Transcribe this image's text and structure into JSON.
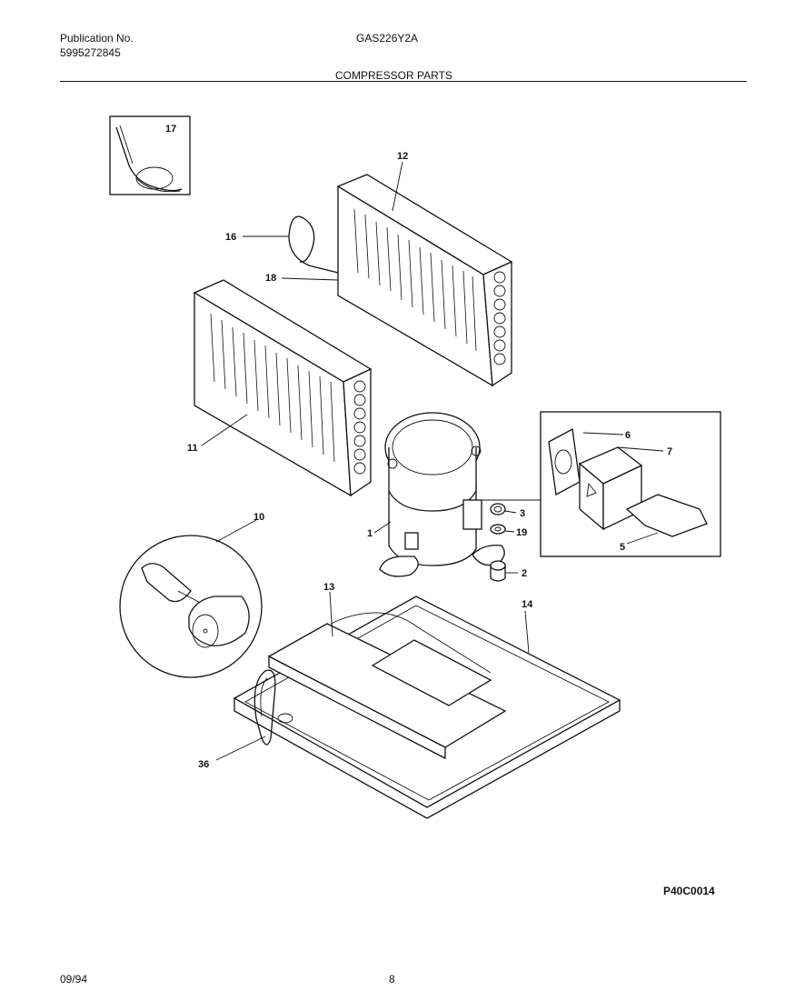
{
  "header": {
    "publication_label": "Publication No.",
    "publication_number": "5995272845",
    "model": "GAS226Y2A",
    "section_title": "COMPRESSOR PARTS"
  },
  "footer": {
    "date": "09/94",
    "page": "8"
  },
  "diagram": {
    "code": "P40C0014",
    "callouts": [
      "17",
      "12",
      "16",
      "18",
      "11",
      "6",
      "7",
      "1",
      "3",
      "19",
      "5",
      "2",
      "10",
      "13",
      "14",
      "36"
    ]
  }
}
